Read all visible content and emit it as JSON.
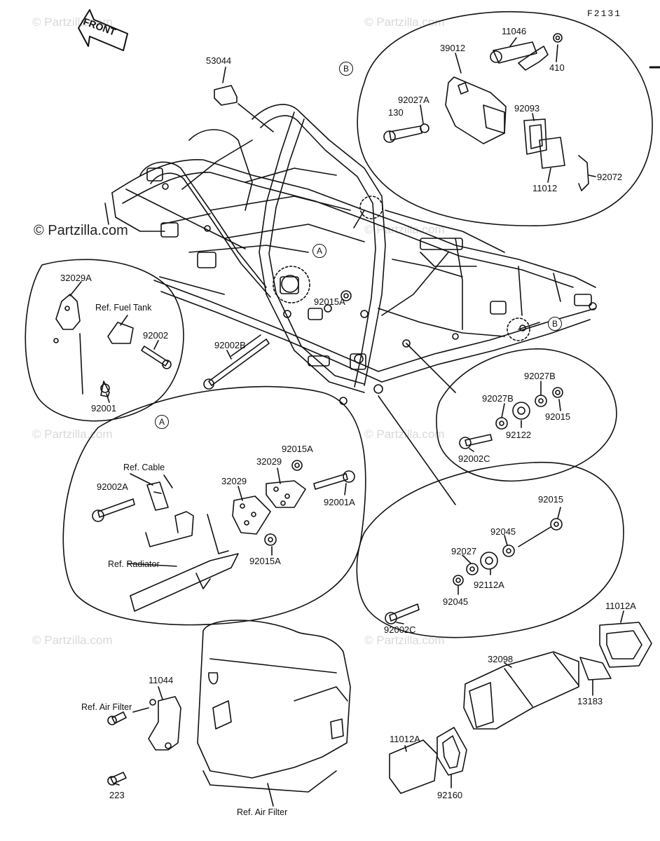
{
  "diagram": {
    "code": "F2131",
    "orientation_label": "FRONT",
    "watermark": "© Partzilla.com",
    "callouts": {
      "a": "A",
      "b": "B"
    }
  },
  "parts": {
    "p53044": "53044",
    "p39012": "39012",
    "p11046": "11046",
    "p410": "410",
    "p92027A": "92027A",
    "p130": "130",
    "p92093": "92093",
    "p11012": "11012",
    "p92072": "92072",
    "p32029A": "32029A",
    "p92002": "92002",
    "p92001": "92001",
    "p92002B": "92002B",
    "p92015A_top": "92015A",
    "p92027B_a": "92027B",
    "p92027B_b": "92027B",
    "p92015_a": "92015",
    "p92122": "92122",
    "p92002C_a": "92002C",
    "p92015A_b": "92015A",
    "p32029_a": "32029",
    "p32029_b": "32029",
    "p92002A": "92002A",
    "p92001A": "92001A",
    "p92015A_c": "92015A",
    "p92015_b": "92015",
    "p92045_a": "92045",
    "p92027": "92027",
    "p92112A": "92112A",
    "p92045_b": "92045",
    "p92002C_b": "92002C",
    "p11012A_a": "11012A",
    "p32098": "32098",
    "p13183": "13183",
    "p11012A_b": "11012A",
    "p92160": "92160",
    "p11044": "11044",
    "p223": "223"
  },
  "refs": {
    "fuel_tank": "Ref. Fuel Tank",
    "cable": "Ref. Cable",
    "radiator": "Ref. Radiator",
    "air_filter_a": "Ref. Air Filter",
    "air_filter_b": "Ref. Air Filter"
  }
}
